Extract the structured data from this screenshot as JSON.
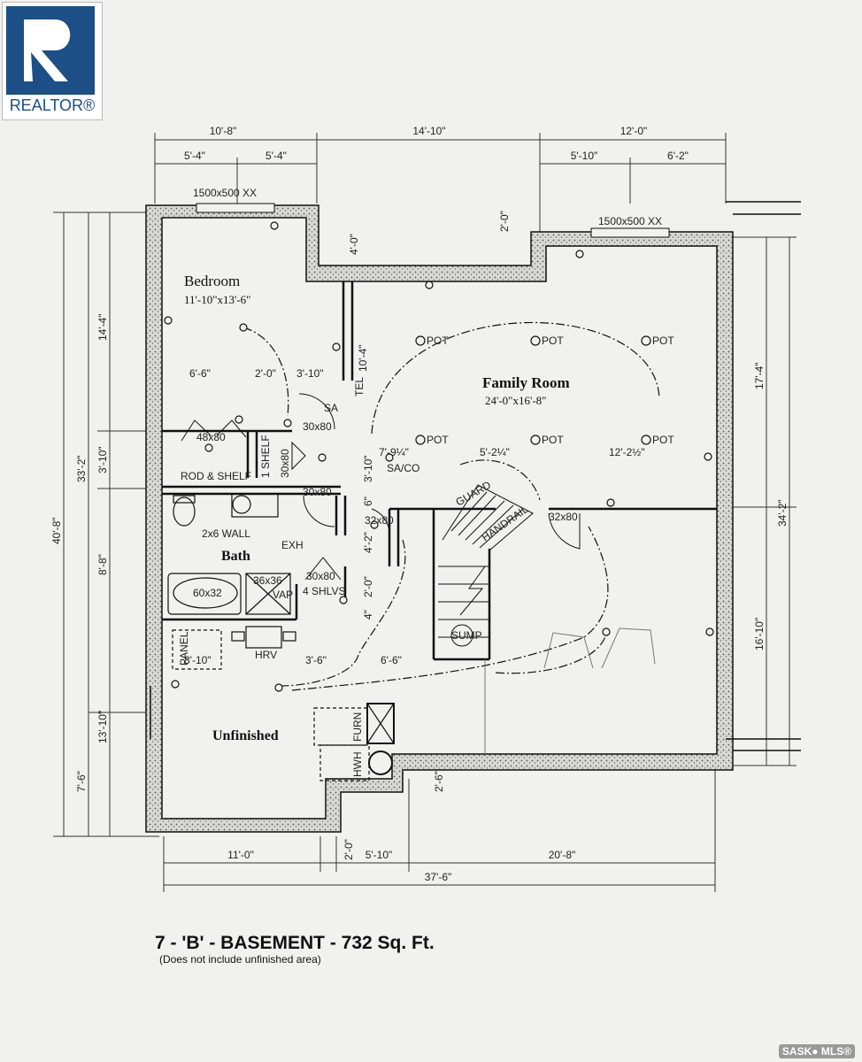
{
  "logo": {
    "text": "REALTOR®"
  },
  "watermark": {
    "text": "SASK● MLS®"
  },
  "rooms": {
    "bedroom": {
      "name": "Bedroom",
      "size": "11'-10\"x13'-6\""
    },
    "family_room": {
      "name": "Family Room",
      "size": "24'-0\"x16'-8\""
    },
    "bath": {
      "name": "Bath"
    },
    "unfinished": {
      "name": "Unfinished"
    }
  },
  "top_dims": {
    "overall_left": "10'-8\"",
    "overall_mid": "14'-10\"",
    "overall_right": "12'-0\"",
    "sub_1": "5'-4\"",
    "sub_2": "5'-4\"",
    "sub_3": "5'-10\"",
    "sub_4": "6'-2\""
  },
  "windows": {
    "left": "1500x500 XX",
    "right": "1500x500 XX"
  },
  "bottom_dims": {
    "d1": "11'-0\"",
    "d2": "2'-0\"",
    "d3": "5'-10\"",
    "d4": "20'-8\"",
    "overall": "37'-6\""
  },
  "left_dims": {
    "d1": "14'-4\"",
    "d2": "3'-10\"",
    "d3": "8'-8\"",
    "d4": "13'-10\"",
    "d5": "33'-2\"",
    "d6": "40'-8\"",
    "d7": "7'-6\""
  },
  "right_dims": {
    "d1": "17'-4\"",
    "d2": "34'-2\"",
    "d3": "16'-10\""
  },
  "interior_labels": {
    "dim_4_0": "4'-0\"",
    "dim_2_0_top": "2'-0\"",
    "dim_10_4": "10'-4\"",
    "dim_6_6": "6'-6\"",
    "dim_2_0": "2'-0\"",
    "dim_3_10": "3'-10\"",
    "dim_3_10b": "3'-10\"",
    "dim_7_9": "7'-9¼\"",
    "dim_5_2": "5'-2¼\"",
    "dim_12_2": "12'-2½\"",
    "dim_6": "6\"",
    "dim_4_2": "4'-2\"",
    "dim_2_0b": "2'-0\"",
    "dim_4": "4\"",
    "dim_8_10": "8'-10\"",
    "dim_3_6": "3'-6\"",
    "dim_6_6b": "6'-6\"",
    "dim_2_6": "2'-6\"",
    "door_30x80_a": "30x80",
    "door_30x80_b": "30x80",
    "door_30x80_c": "30x80",
    "door_30x80_d": "30x80",
    "door_32x80_a": "32x80",
    "door_32x80_b": "32x80",
    "closet_48x80": "48x80",
    "rod_shelf": "ROD & SHELF",
    "shelf": "1 SHELF",
    "shelves4": "4 SHLVS",
    "wall_2x6": "2x6 WALL",
    "exh": "EXH",
    "shower": "36x36",
    "tub": "60x32",
    "vap": "VAP",
    "panel": "PANEL",
    "hrv": "HRV",
    "furn": "FURN",
    "hwh": "HWH",
    "sump": "SUMP",
    "guard": "GUARD",
    "handrail": "HANDRAIL",
    "tel": "TEL",
    "sa": "SA",
    "saco": "SA/CO",
    "pot": "POT"
  },
  "caption": {
    "title": "7 - 'B' - BASEMENT - 732 Sq. Ft.",
    "subtitle": "(Does not include unfinished area)"
  }
}
